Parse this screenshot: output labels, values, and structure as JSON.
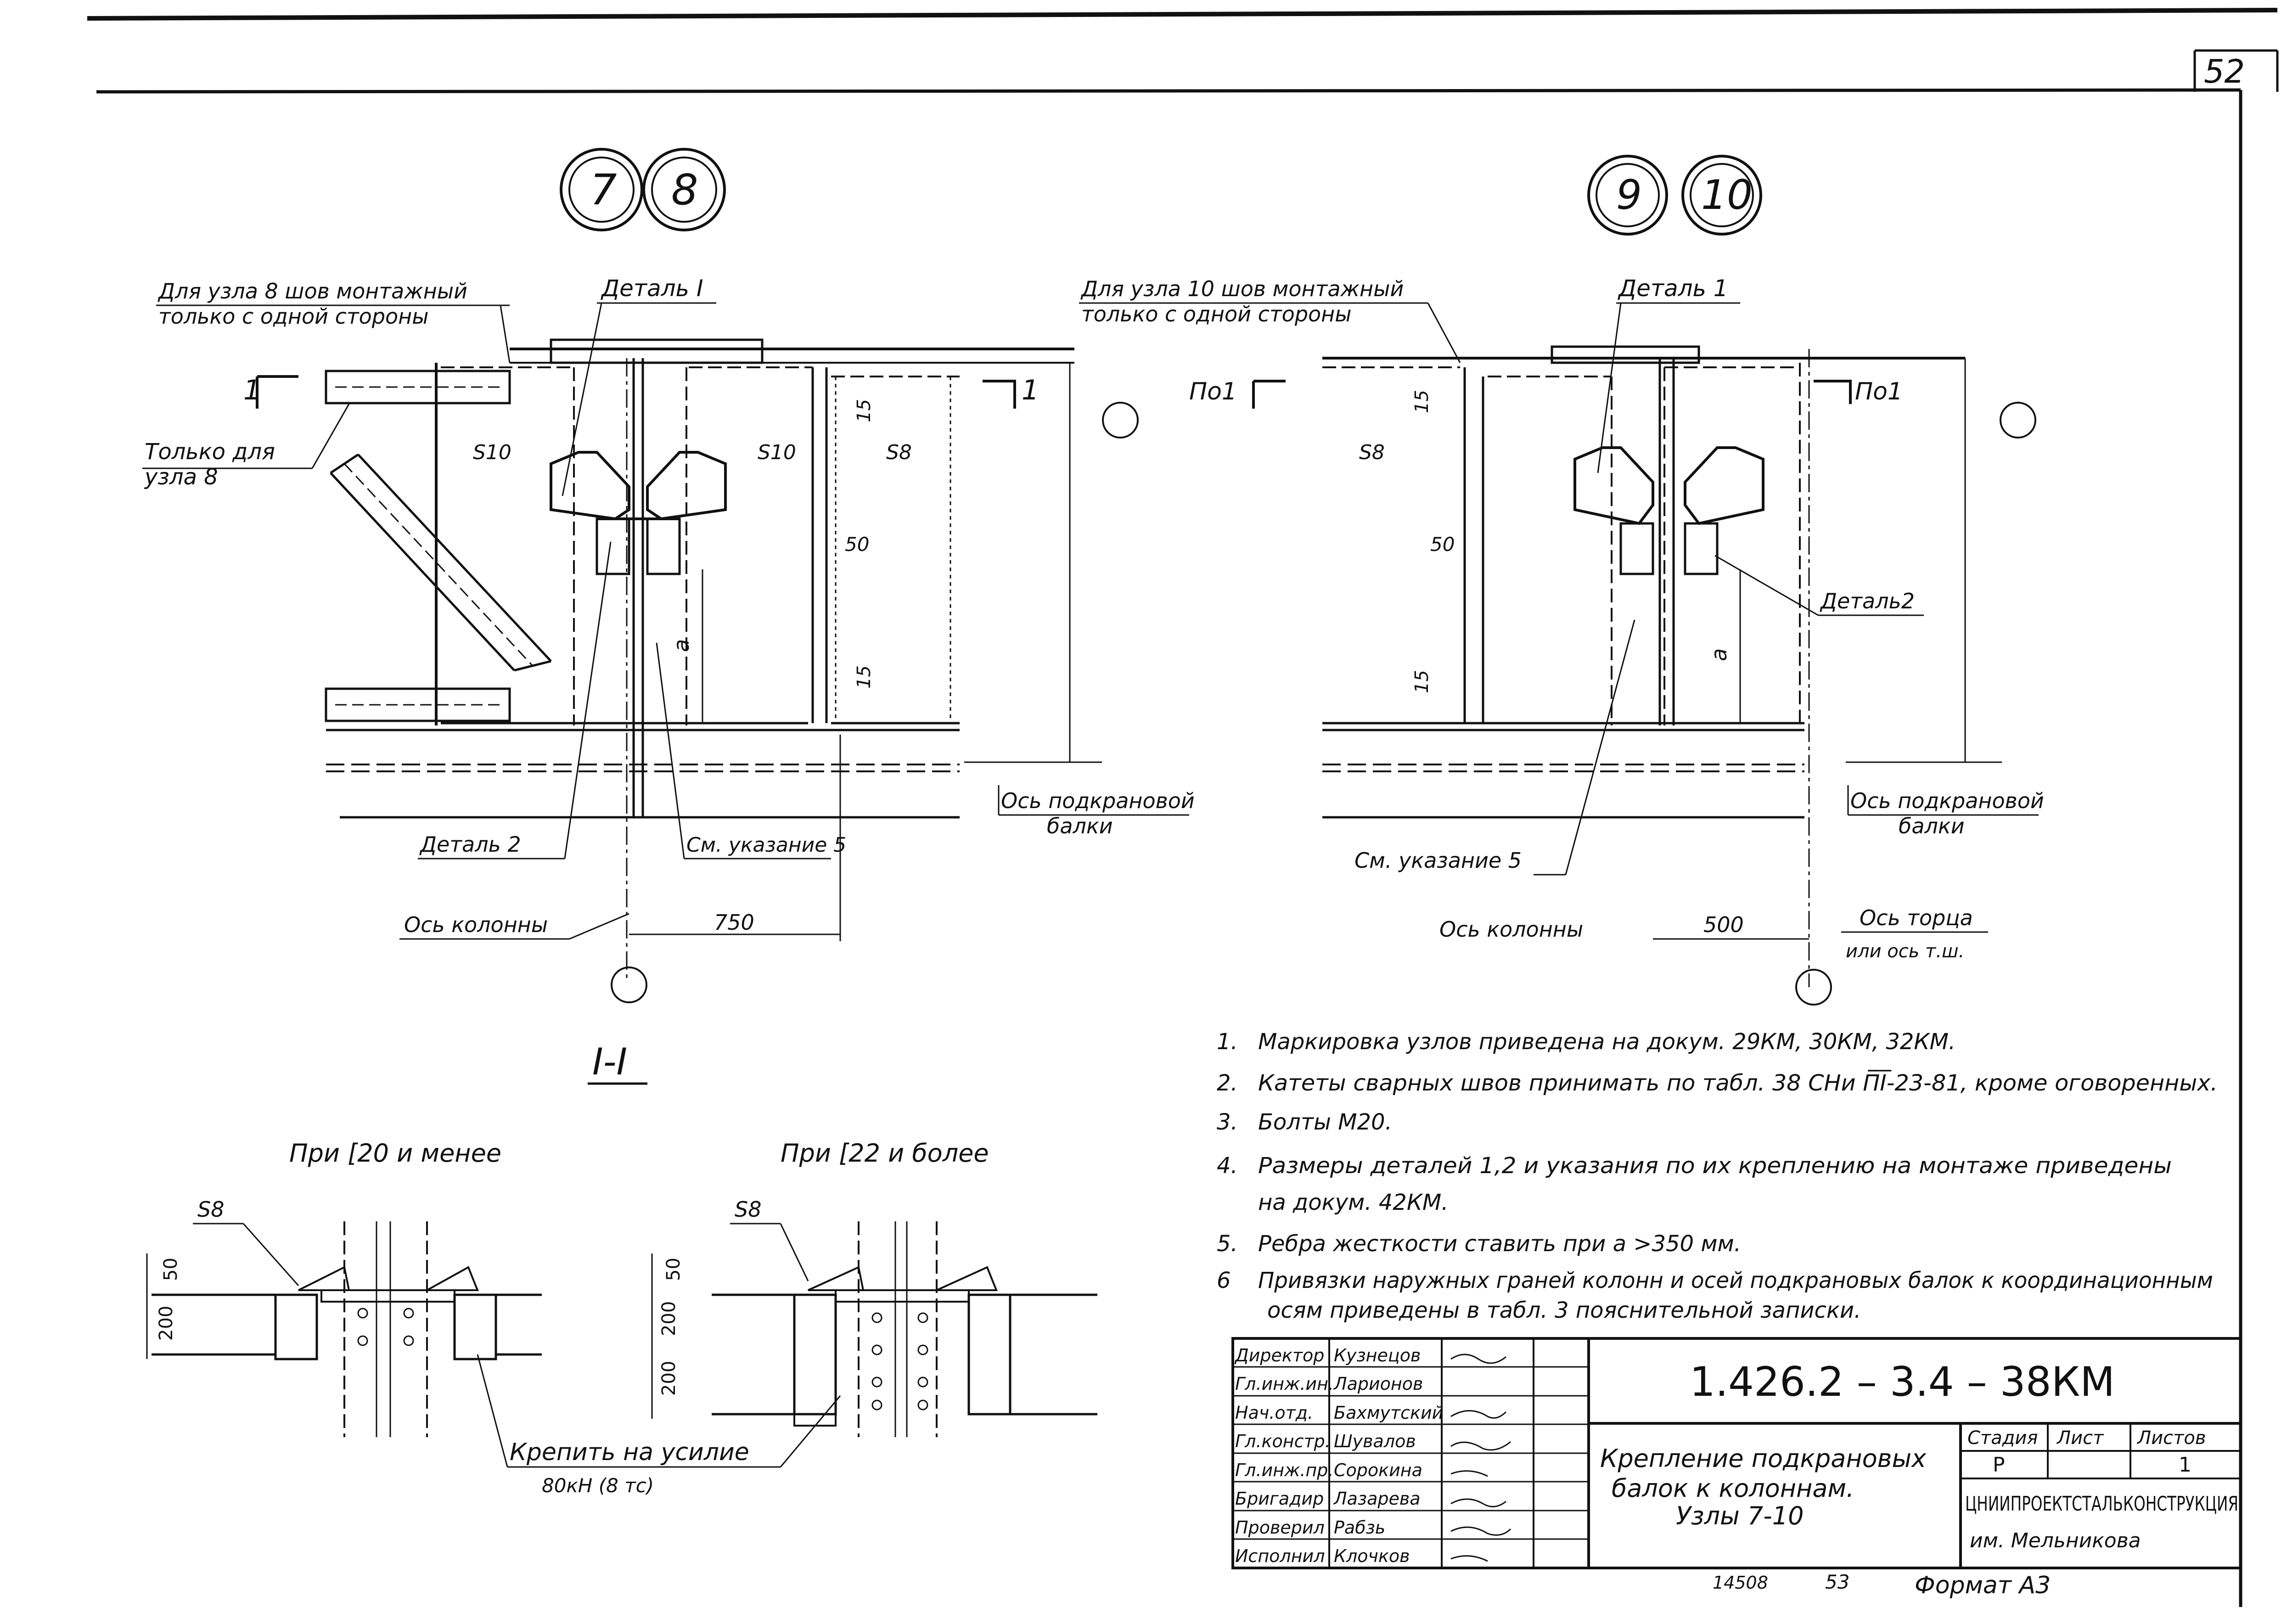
{
  "sheet": {
    "page_number": "52",
    "format_label": "Формат А3",
    "bottom_numbers": [
      "14508",
      "53"
    ]
  },
  "left_view": {
    "node_marks": [
      "7",
      "8"
    ],
    "callout_weld": [
      "Для  узла  8 шов  монтажный",
      "только  с  одной  стороны"
    ],
    "detail1": "Деталь  I",
    "section_marker_left": "1",
    "section_marker_right": "1",
    "only_for": [
      "Только  для",
      "узла  8"
    ],
    "thickness_s10_a": "S10",
    "thickness_s10_b": "S10",
    "thickness_s8": "S8",
    "dim_15_top": "15",
    "dim_50": "50",
    "dim_15_bottom": "15",
    "dim_a": "а",
    "detail2": "Деталь  2",
    "note_ref": "См. указание 5",
    "beam_axis": [
      "Ось  подкрановой",
      "балки"
    ],
    "column_axis": "Ось  колонны",
    "dim_750": "750"
  },
  "right_view": {
    "node_marks": [
      "9",
      "10"
    ],
    "callout_weld": [
      "Для  узла  10 шов  монтажный",
      "только  с  одной     стороны"
    ],
    "detail1": "Деталь  1",
    "section_marker_left": "По1",
    "section_marker_right": "По1",
    "thickness_s8": "S8",
    "dim_15_top": "15",
    "dim_50": "50",
    "dim_15_bottom": "15",
    "dim_a": "а",
    "detail2": "Деталь2",
    "beam_axis": [
      "Ось  подкрановой",
      "балки"
    ],
    "note_ref": "См.  указание  5",
    "column_axis": "Ось    колонны",
    "dim_500": "500",
    "end_axis": [
      "Ось  торца",
      "или ось т.ш."
    ]
  },
  "section": {
    "title": "I-I",
    "case_left": "При  [20  и  менее",
    "case_right": "При  [22  и  более",
    "s8_left": "S8",
    "s8_right": "S8",
    "dim_50_left": "50",
    "dim_200_left": "200",
    "dim_50_right": "50",
    "dim_200_right_a": "200",
    "dim_200_right_b": "200",
    "bolt_force": [
      "Крепить    на    усилие",
      "80кН (8 тс)"
    ]
  },
  "notes": [
    {
      "num": "1.",
      "text": "Маркировка  узлов  приведена  на  докум.  29КМ,  30КМ,  32КМ."
    },
    {
      "num": "2.",
      "text": "Катеты  сварных  швов  принимать  по  табл.  38  СНи П̅I̅-23-81, кроме  оговоренных."
    },
    {
      "num": "3.",
      "text": "Болты  М20."
    },
    {
      "num": "4.",
      "text": "Размеры  деталей  1,2 и  указания   по  их  креплению   на   монтаже  приведены"
    },
    {
      "num": "",
      "text": "на  докум.  42КМ."
    },
    {
      "num": "5.",
      "text": "Ребра  жесткости  ставить    при    а >350 мм."
    },
    {
      "num": "6",
      "text": "Привязки  наружных  граней  колонн  и  осей  подкрановых  балок  к  координационным"
    },
    {
      "num": "",
      "text": "осям  приведены  в табл. 3  пояснительной   записки."
    }
  ],
  "title_block": {
    "doc_code": "1.426.2 – 3.4 – 38КМ",
    "title_lines": [
      "Крепление   подкрановых",
      "балок   к   колоннам.",
      "Узлы  7-10"
    ],
    "stage_label": "Стадия",
    "sheet_label": "Лист",
    "sheets_label": "Листов",
    "stage_value": "Р",
    "sheets_value": "1",
    "org_lines": [
      "ЦНИИПРОЕКТСТАЛЬКОНСТРУКЦИЯ",
      "им.  Мельникова"
    ],
    "staff": [
      {
        "role": "Директор",
        "name": "Кузнецов"
      },
      {
        "role": "Гл.инж.ин.",
        "name": "Ларионов"
      },
      {
        "role": "Нач.отд.",
        "name": "Бахмутский"
      },
      {
        "role": "Гл.констр.",
        "name": "Шувалов"
      },
      {
        "role": "Гл.инж.пр.",
        "name": "Сорокина"
      },
      {
        "role": "Бригадир",
        "name": "Лазарева"
      },
      {
        "role": "Проверил",
        "name": "Рабзь"
      },
      {
        "role": "Исполнил",
        "name": "Клочков"
      }
    ]
  }
}
